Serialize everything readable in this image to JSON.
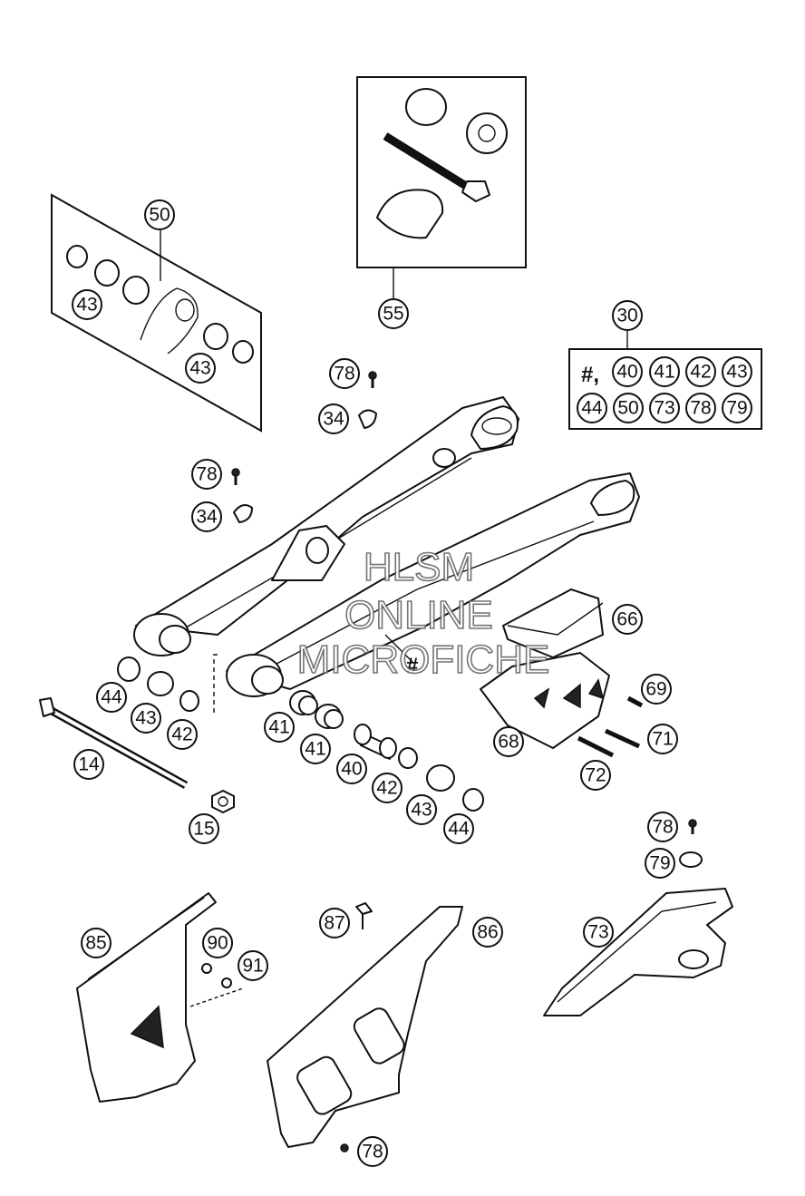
{
  "watermark": {
    "line1": "HLSM",
    "line2": "ONLINE",
    "line3": "MICROFICHE"
  },
  "kit_30": {
    "prefix": "#,"
  },
  "hash_marker": "#",
  "callouts": [
    {
      "id": "c50",
      "label": "50"
    },
    {
      "id": "c43a",
      "label": "43"
    },
    {
      "id": "c43b",
      "label": "43"
    },
    {
      "id": "c55",
      "label": "55"
    },
    {
      "id": "c30",
      "label": "30"
    },
    {
      "id": "k40",
      "label": "40"
    },
    {
      "id": "k41",
      "label": "41"
    },
    {
      "id": "k42",
      "label": "42"
    },
    {
      "id": "k43",
      "label": "43"
    },
    {
      "id": "k44",
      "label": "44"
    },
    {
      "id": "k50",
      "label": "50"
    },
    {
      "id": "k73",
      "label": "73"
    },
    {
      "id": "k78",
      "label": "78"
    },
    {
      "id": "k79",
      "label": "79"
    },
    {
      "id": "c78a",
      "label": "78"
    },
    {
      "id": "c34a",
      "label": "34"
    },
    {
      "id": "c78b",
      "label": "78"
    },
    {
      "id": "c34b",
      "label": "34"
    },
    {
      "id": "c66",
      "label": "66"
    },
    {
      "id": "c69",
      "label": "69"
    },
    {
      "id": "c71",
      "label": "71"
    },
    {
      "id": "c68",
      "label": "68"
    },
    {
      "id": "c72",
      "label": "72"
    },
    {
      "id": "c44a",
      "label": "44"
    },
    {
      "id": "c43c",
      "label": "43"
    },
    {
      "id": "c42a",
      "label": "42"
    },
    {
      "id": "c14",
      "label": "14"
    },
    {
      "id": "c15",
      "label": "15"
    },
    {
      "id": "c41a",
      "label": "41"
    },
    {
      "id": "c41b",
      "label": "41"
    },
    {
      "id": "c40",
      "label": "40"
    },
    {
      "id": "c42b",
      "label": "42"
    },
    {
      "id": "c43d",
      "label": "43"
    },
    {
      "id": "c44b",
      "label": "44"
    },
    {
      "id": "c78c",
      "label": "78"
    },
    {
      "id": "c79",
      "label": "79"
    },
    {
      "id": "c85",
      "label": "85"
    },
    {
      "id": "c90",
      "label": "90"
    },
    {
      "id": "c91",
      "label": "91"
    },
    {
      "id": "c87",
      "label": "87"
    },
    {
      "id": "c86",
      "label": "86"
    },
    {
      "id": "c73",
      "label": "73"
    },
    {
      "id": "c78d",
      "label": "78"
    }
  ]
}
